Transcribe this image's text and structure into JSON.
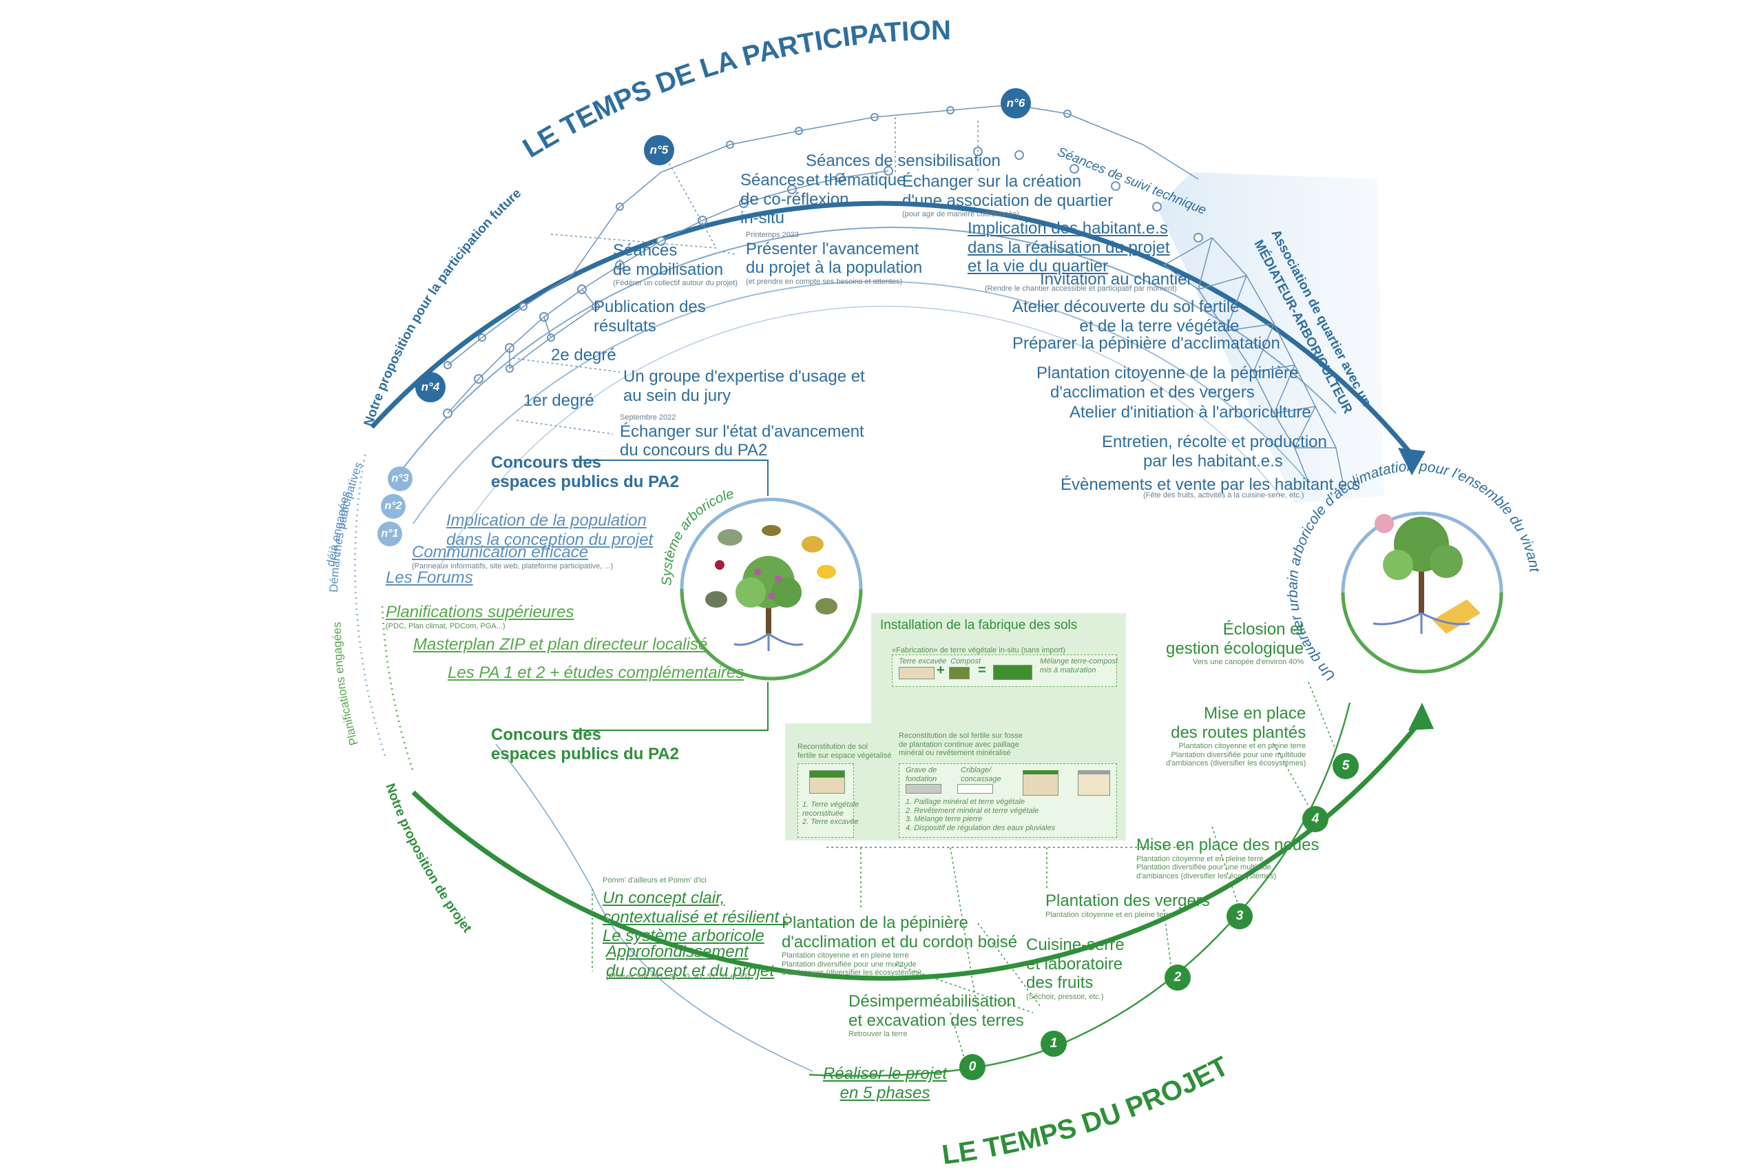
{
  "titles": {
    "participation": "LE TEMPS DE LA PARTICIPATION",
    "projet": "LE TEMPS DU PROJET",
    "proposition_participation": "Notre proposition pour la participation future",
    "proposition_projet": "Notre proposition de projet",
    "demarches": [
      "Démarches participatives",
      "déjà engagées"
    ],
    "planifications": "Planifications engagées",
    "association": [
      "Association de quartier avec un",
      "MÉDIATEUR-ARBORICULTEUR"
    ],
    "quartier": "Un quartier urbain arboricole d'acclimatation pour l'ensemble du vivant",
    "systeme": "Système arboricole"
  },
  "badges": {
    "n6": "n°6",
    "n5": "n°5",
    "n4": "n°4",
    "n3": "n°3",
    "n2": "n°2",
    "n1": "n°1",
    "p0": "0",
    "p1": "1",
    "p2": "2",
    "p3": "3",
    "p4": "4",
    "p5": "5"
  },
  "participation": {
    "sensibilisation": [
      "Séances de sensibilisation",
      "et thématique"
    ],
    "coreflexion": [
      "Séances",
      "de co-réflexion",
      "in-situ"
    ],
    "mobilisation": [
      "Séances",
      "de mobilisation"
    ],
    "mobilisation_note": "(Fédérer un collectif autour du projet)",
    "association_creation": [
      "Échanger sur la création",
      "d'une association de quartier"
    ],
    "association_note": "(pour agir de manière coordonnée)",
    "suivi": "Séances de suivi technique",
    "printemps": "Printemps 2023",
    "presenter": [
      "Présenter l'avancement",
      "du projet à la population"
    ],
    "presenter_note": "(et prendre en compte ses besoins et attentes)",
    "publication": [
      "Publication des",
      "résultats"
    ],
    "degre2": "2e degré",
    "degre1": "1er degré",
    "groupe": [
      "Un groupe d'expertise d'usage et",
      "au sein du jury"
    ],
    "septembre": "Septembre 2022",
    "echanger": [
      "Échanger sur l'état d'avancement",
      "du concours du PA2"
    ],
    "concours1": [
      "Concours des",
      "espaces publics du PA2"
    ],
    "implication_pop": [
      "Implication de la population",
      "dans la conception du projet"
    ],
    "communication": "Communication efficace",
    "communication_note": "(Panneaux informatifs, site web, plateforme participative, ...)",
    "forums": "Les Forums"
  },
  "planning": {
    "planif_sup": "Planifications supérieures",
    "planif_note": "(PDC, Plan climat, PDCom, PGA...)",
    "masterplan": "Masterplan ZIP et plan directeur localisé",
    "pa12": "Les PA 1 et 2 + études complémentaires",
    "concours2": [
      "Concours des",
      "espaces publics du PA2"
    ]
  },
  "mediator_steps": [
    {
      "text": [
        "Implication des habitant.e.s",
        "dans la réalisation du projet",
        "et la vie du quartier"
      ],
      "note": ""
    },
    {
      "text": [
        "Invitation au chantier"
      ],
      "note": "(Rendre le chantier accessible et participatif par moment)"
    },
    {
      "text": [
        "Atelier découverte du sol fertile",
        "et de la terre végétale"
      ],
      "note": ""
    },
    {
      "text": [
        "Préparer la pépinière d'acclimatation"
      ],
      "note": ""
    },
    {
      "text": [
        "Plantation citoyenne de la pépinière",
        "d'acclimation et des vergers"
      ],
      "note": ""
    },
    {
      "text": [
        "Atelier d'initiation à l'arboriculture"
      ],
      "note": ""
    },
    {
      "text": [
        "Entretien, récolte et production",
        "par les habitant.e.s"
      ],
      "note": ""
    },
    {
      "text": [
        "Évènements et vente par les habitant.e.s"
      ],
      "note": "(Fête des fruits, activités à la cuisine-serre, etc.)"
    }
  ],
  "fabrique": {
    "title": "Installation de la fabrique des sols",
    "fabrication": "«Fabrication» de terre végétale in-situ (sans import)",
    "terre_excavee": "Terre excavée",
    "compost": "Compost",
    "melange": [
      "Mélange terre-compost",
      "mis à maturation"
    ],
    "reconstitution_veg": [
      "Reconstitution de sol",
      "fertile sur espace végétalisé"
    ],
    "veg_items": [
      "1. Terre végétale",
      "reconstituée",
      "2. Terre excavée"
    ],
    "reconstitution_min": [
      "Reconstitution de sol fertile sur fosse",
      "de plantation continue avec paillage",
      "minéral ou revêtement minéralisé"
    ],
    "grave": [
      "Grave de",
      "fondation"
    ],
    "criblage": [
      "Criblage/",
      "concassage"
    ],
    "min_items": [
      "1. Paillage minéral et terre végétale",
      "2. Revêtement minéral et terre végétale",
      "3. Mélange terre pierre",
      "4. Dispositif de régulation des eaux pluviales"
    ]
  },
  "project": {
    "pomm": "Pomm' d'ailleurs et Pomm' d'ici",
    "concept": [
      "Un concept clair,",
      "contextualisé et résilient :",
      "Le système arboricole"
    ],
    "approfondissement": [
      "Approfondissement",
      "du concept et du projet"
    ],
    "approf_note": "(Phases SIA 105 - 32, 33, 41, 51, 52 et 53)",
    "realiser": [
      "Réaliser le projet",
      "en 5 phases"
    ],
    "desimper": [
      "Désimperméabilisation",
      "et excavation des terres"
    ],
    "desimper_note": "Retrouver la terre",
    "pepiniere": [
      "Plantation de la pépinière",
      "d'acclimation et du cordon boisé"
    ],
    "pepiniere_note": [
      "Plantation citoyenne et en pleine terre",
      "Plantation diversifiée pour une multitude",
      "d'ambiances (diversifier les écosystèmes)"
    ],
    "cuisine": [
      "Cuisine-serre",
      "et laboratoire",
      "des fruits"
    ],
    "cuisine_note": "(Séchoir, pressoir, etc.)",
    "vergers": "Plantation des vergers",
    "vergers_note": "Plantation citoyenne et en pleine terre",
    "noues": "Mise en place des noues",
    "noues_note": [
      "Plantation citoyenne et en pleine terre",
      "Plantation diversifiée pour une multitude",
      "d'ambiances (diversifier les écosystèmes)"
    ],
    "routes": [
      "Mise en place",
      "des routes plantés"
    ],
    "routes_note": [
      "Plantation citoyenne et en pleine terre",
      "Plantation diversifiée pour une multitude",
      "d'ambiances (diversifier les écosystèmes)"
    ],
    "eclosion": [
      "Éclosion et",
      "gestion écologique"
    ],
    "eclosion_note": "Vers une canopée d'environ 40%"
  },
  "colors": {
    "blue": "#2e6e9e",
    "light_blue": "#8fb7dc",
    "green": "#2f8f3a",
    "light_green": "#55a84a",
    "panel": "#dff0da",
    "band": "#d6e8f7"
  }
}
